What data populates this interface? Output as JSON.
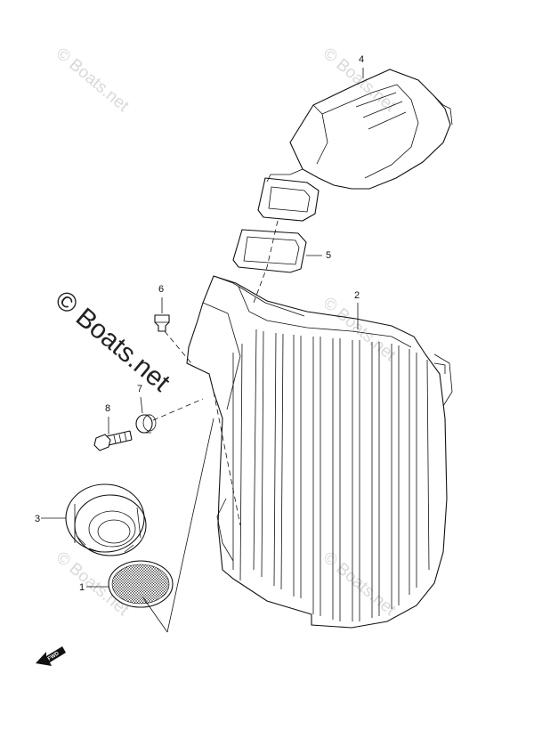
{
  "watermark": {
    "small_text": "© Boats.net",
    "main_text": "© Boats.net"
  },
  "callouts": [
    "1",
    "2",
    "3",
    "4",
    "5",
    "6",
    "7",
    "8"
  ],
  "forward_arrow": {
    "label": "FWD",
    "icon": "forward-arrow-icon"
  },
  "colors": {
    "line": "#111111",
    "watermark": "#d9d9d9",
    "background": "#ffffff"
  }
}
